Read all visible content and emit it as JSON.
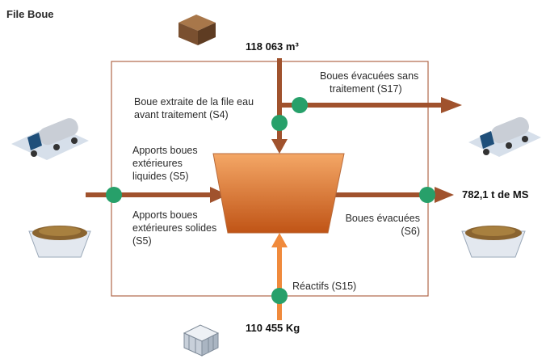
{
  "title": "File Boue",
  "values": {
    "top": "118 063 m³",
    "right": "782,1 t de MS",
    "bottom": "110 455 Kg"
  },
  "labels": {
    "s4": [
      "Boue extraite de la file eau",
      "avant traitement (S4)"
    ],
    "s17": [
      "Boues évacuées sans",
      "traitement (S17)"
    ],
    "s5_liquid": [
      "Apports boues",
      "extérieures",
      "liquides (S5)"
    ],
    "s5_solid": [
      "Apports boues",
      "extérieures solides",
      "(S5)"
    ],
    "s6": [
      "Boues évacuées",
      "(S6)"
    ],
    "s15": "Réactifs (S15)"
  },
  "icons": {
    "top": "soil-crate-icon",
    "left_top": "tanker-truck-icon",
    "left_bottom": "sludge-skip-icon",
    "right_top": "tanker-truck-icon",
    "right_bottom": "sludge-skip-icon",
    "bottom": "ibc-container-icon"
  },
  "colors": {
    "flow": "#a0522d",
    "reagent": "#f08a3c",
    "node": "#27a06a",
    "box": "#a0522d",
    "hopper_top": "#f0a060",
    "hopper_bottom": "#c4581a"
  }
}
